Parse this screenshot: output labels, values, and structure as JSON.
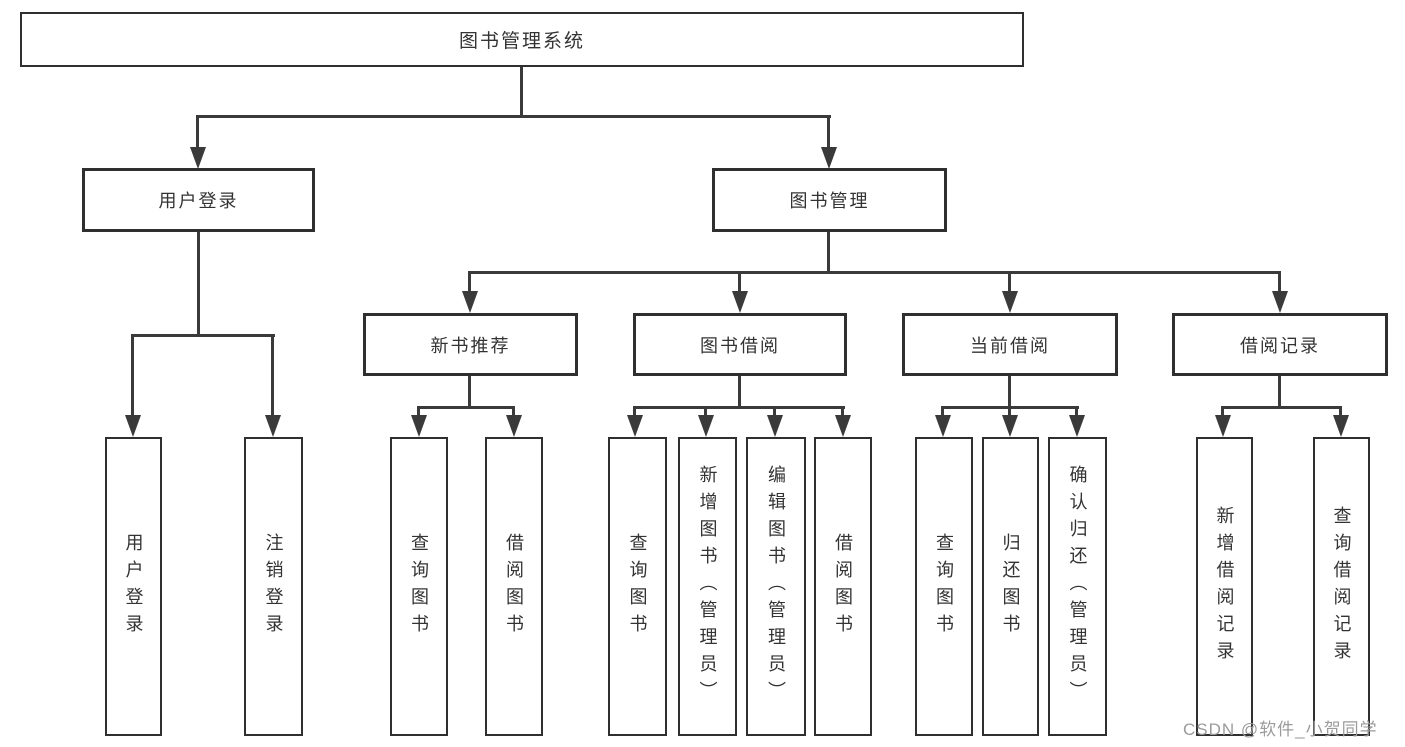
{
  "diagram": {
    "root": {
      "label": "图书管理系统"
    },
    "level2": [
      {
        "label": "用户登录"
      },
      {
        "label": "图书管理"
      }
    ],
    "level3": [
      {
        "label": "新书推荐"
      },
      {
        "label": "图书借阅"
      },
      {
        "label": "当前借阅"
      },
      {
        "label": "借阅记录"
      }
    ],
    "leaves": {
      "user": [
        "用户登录",
        "注销登录"
      ],
      "recommend": [
        "查询图书",
        "借阅图书"
      ],
      "borrow": [
        "查询图书",
        "新增图书（管理员）",
        "编辑图书（管理员）",
        "借阅图书"
      ],
      "current": [
        "查询图书",
        "归还图书",
        "确认归还（管理员）"
      ],
      "records": [
        "新增借阅记录",
        "查询借阅记录"
      ]
    },
    "colors": {
      "line": "#3a3a3a",
      "box_border": "#2f2f2f",
      "text": "#333333",
      "watermark": "#9b9b9b",
      "background": "#ffffff"
    },
    "watermark": "CSDN @软件_小贺同学"
  }
}
